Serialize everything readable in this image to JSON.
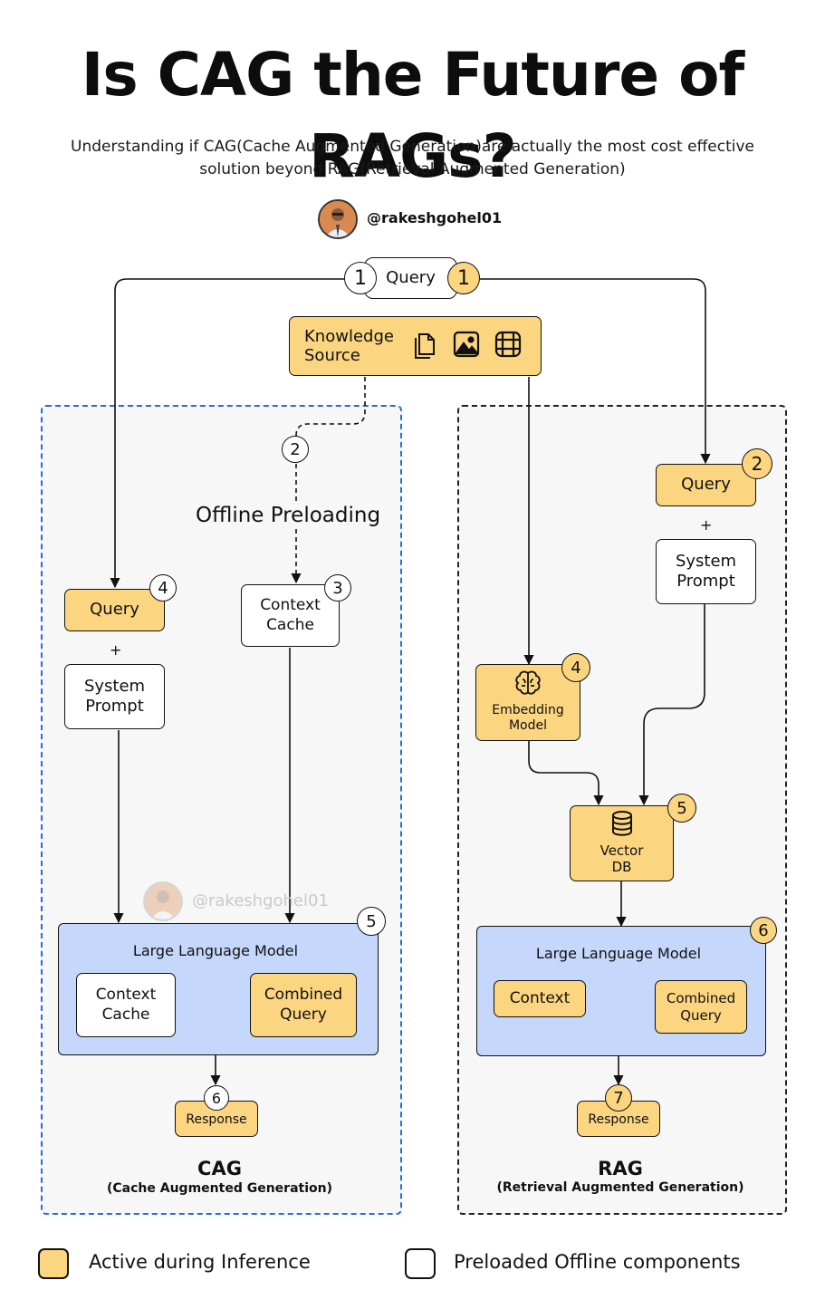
{
  "header": {
    "title": "Is CAG the Future of RAGs?",
    "subtitle": "Understanding if CAG(Cache Augmented Generation)are actually the most cost effective solution beyond RAG(Retrieval Augmented Generation)",
    "author": "@rakeshgohel01"
  },
  "watermark": "@rakeshgohel01",
  "top": {
    "query_label": "Query",
    "query_num_left": "1",
    "query_num_right": "1",
    "knowledge_source": "Knowledge Source",
    "knowledge_icons": [
      "documents-icon",
      "image-icon",
      "film-icon"
    ]
  },
  "cag": {
    "offline_label": "Offline Preloading",
    "step2": "2",
    "context_cache_label": "Context Cache",
    "step3": "3",
    "query_label": "Query",
    "step4": "4",
    "plus": "+",
    "system_prompt": "System Prompt",
    "llm_title": "Large Language Model",
    "llm_context_cache": "Context Cache",
    "llm_combined_query": "Combined Query",
    "step5": "5",
    "response": "Response",
    "step6": "6",
    "footer_title": "CAG",
    "footer_sub": "(Cache Augmented Generation)"
  },
  "rag": {
    "query_label": "Query",
    "step2": "2",
    "plus": "+",
    "system_prompt": "System Prompt",
    "embedding_model": "Embedding Model",
    "step4": "4",
    "vector_db": "Vector DB",
    "step5": "5",
    "llm_title": "Large Language Model",
    "llm_context": "Context",
    "llm_combined_query": "Combined Query",
    "step6": "6",
    "response": "Response",
    "step7": "7",
    "footer_title": "RAG",
    "footer_sub": "(Retrieval Augmented Generation)"
  },
  "legend": {
    "active": "Active during Inference",
    "preloaded": "Preloaded Offline components"
  },
  "colors": {
    "active_yellow": "#fbd580",
    "llm_blue": "#c5d7fb",
    "cag_border": "#1f6fe0",
    "rag_border": "#222222"
  }
}
